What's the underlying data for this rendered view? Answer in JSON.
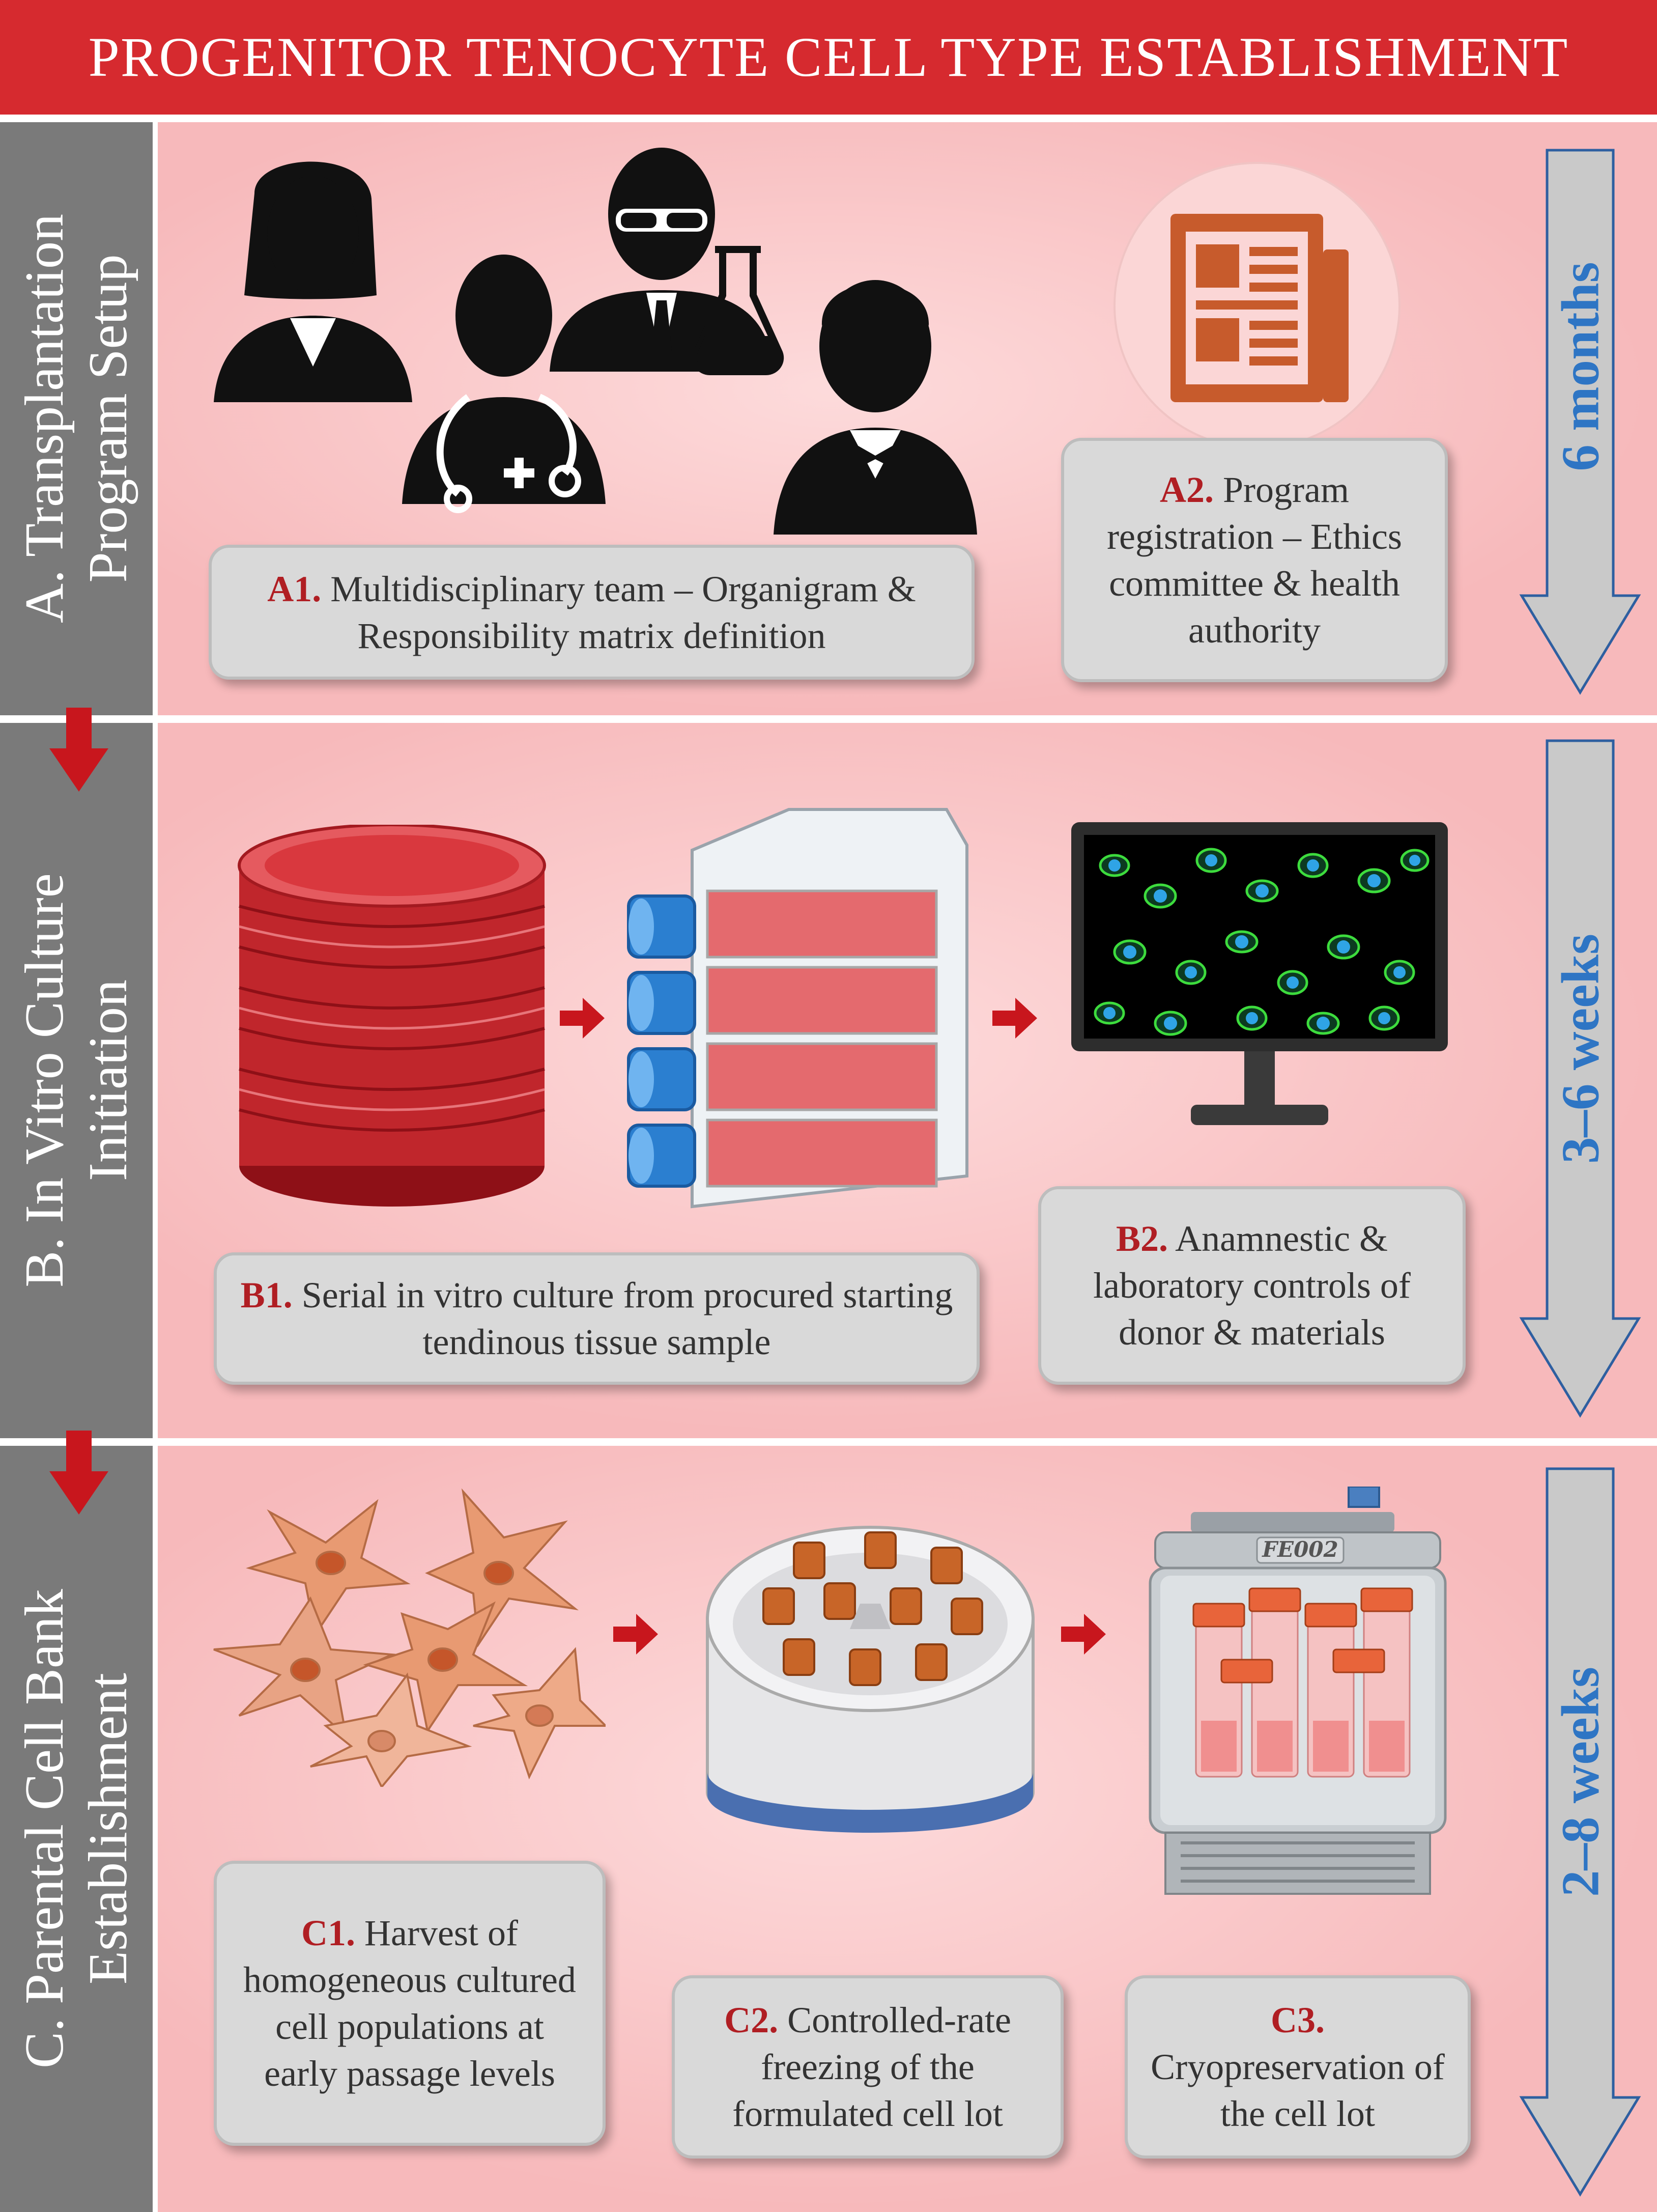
{
  "title": "PROGENITOR TENOCYTE CELL TYPE ESTABLISHMENT",
  "colors": {
    "title_bg": "#d62a2f",
    "sidebar": "#7a7a7a",
    "panel": "#f7b9bb",
    "step_label": "#b01e23",
    "timeline": "#2e75c4",
    "arrow": "#c8161d"
  },
  "sections": [
    {
      "side_label_line1": "A. Transplantation",
      "side_label_line2": "Program Setup",
      "duration": "6 months",
      "steps": [
        {
          "id": "A1.",
          "text": "Multidisciplinary team – Organigram & Responsibility matrix definition"
        },
        {
          "id": "A2.",
          "text": "Program registration – Ethics committee & health authority"
        }
      ]
    },
    {
      "side_label_line1": "B. In Vitro Culture",
      "side_label_line2": "Initiation",
      "duration": "3–6 weeks",
      "steps": [
        {
          "id": "B1.",
          "text": "Serial in vitro culture from procured starting tendinous tissue sample"
        },
        {
          "id": "B2.",
          "text": "Anamnestic & laboratory controls of donor & materials"
        }
      ]
    },
    {
      "side_label_line1": "C. Parental Cell Bank",
      "side_label_line2": "Establishment",
      "duration": "2–8 weeks",
      "steps": [
        {
          "id": "C1.",
          "text": "Harvest of homogeneous cultured cell populations at early passage levels"
        },
        {
          "id": "C2.",
          "text": "Controlled-rate freezing of the formulated cell lot"
        },
        {
          "id": "C3.",
          "text": "Cryopreservation of the cell lot"
        }
      ]
    }
  ],
  "tank_label": "FE002",
  "icons": [
    "team-icon",
    "document-icon",
    "petri-dish-stack-icon",
    "culture-flask-stack-icon",
    "microscope-monitor-icon",
    "tenocyte-cells-icon",
    "freezing-container-icon",
    "cryo-tank-icon"
  ]
}
